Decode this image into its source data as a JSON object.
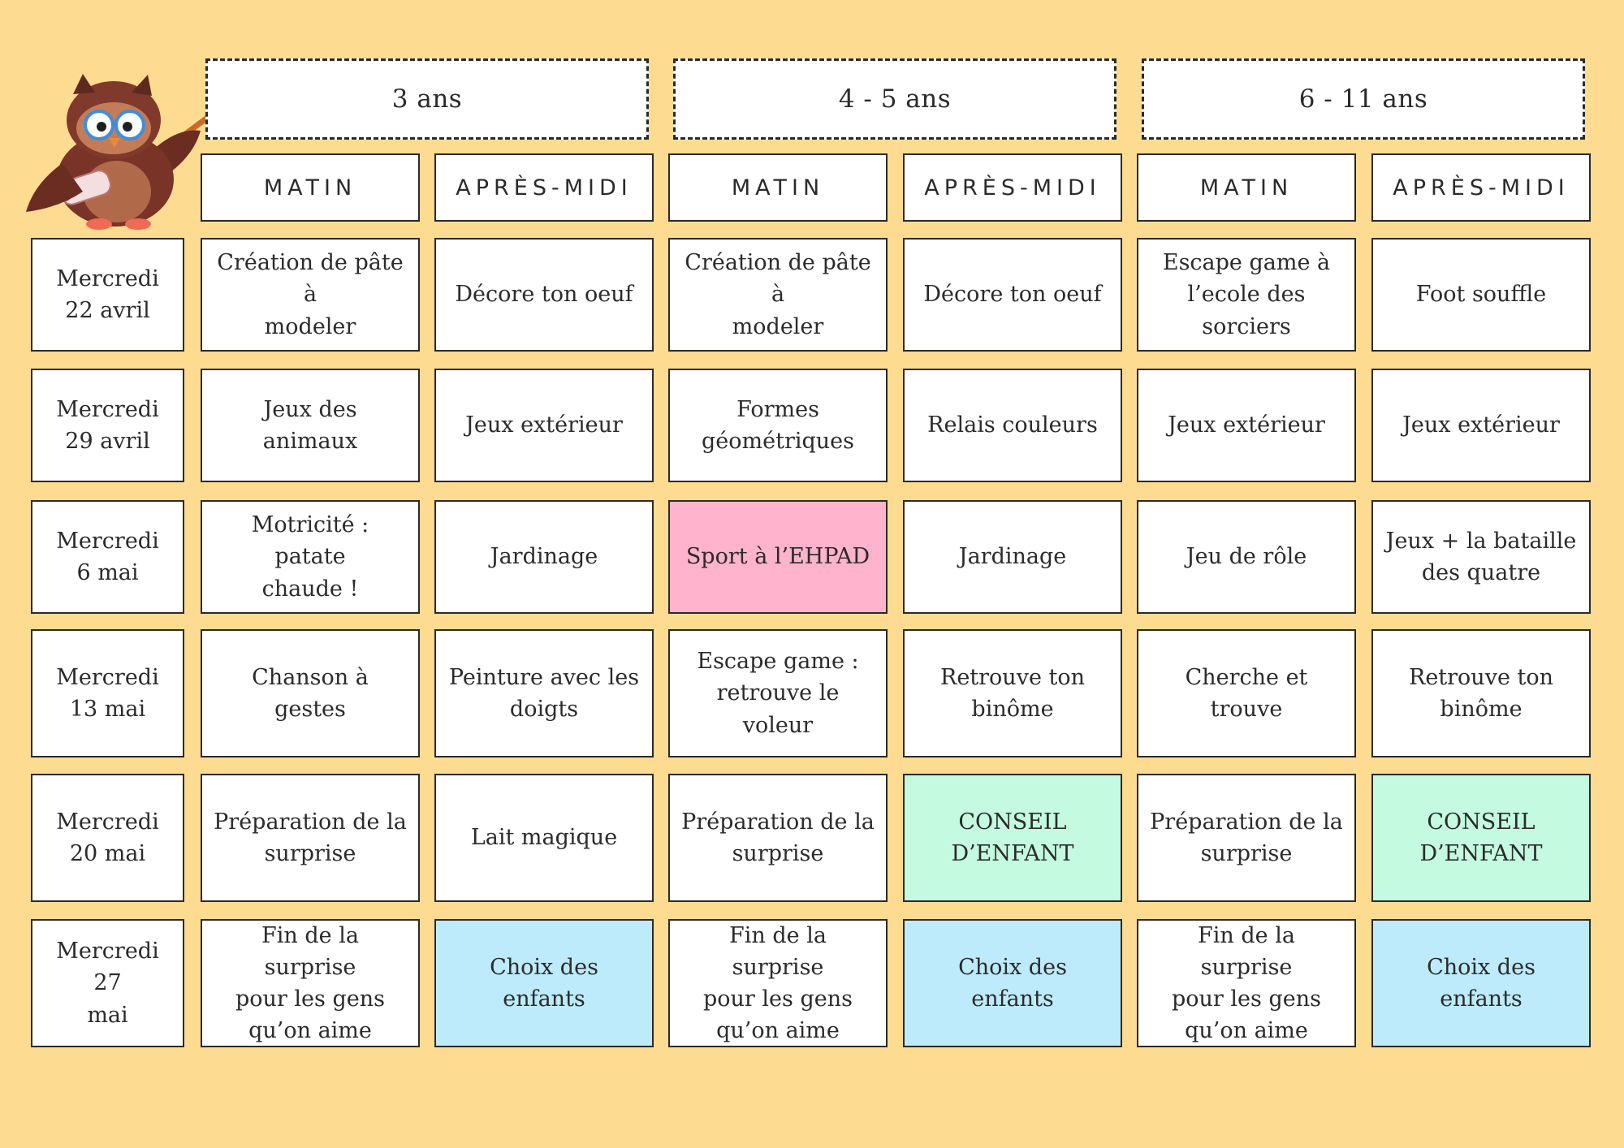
{
  "groups": [
    "3 ans",
    "4 - 5 ans",
    "6 - 11 ans"
  ],
  "periods": [
    "MATIN",
    "APRÈS-MIDI",
    "MATIN",
    "APRÈS-MIDI",
    "MATIN",
    "APRÈS-MIDI"
  ],
  "colors": {
    "background": "#fddb90",
    "highlight_pink": "#ffb3cc",
    "highlight_green": "#c4fbe0",
    "highlight_blue": "#bdebfb"
  },
  "mascot": "owl-teacher-with-pointer-and-scroll",
  "rows": [
    {
      "date": "Mercredi\n22 avril",
      "cells": [
        {
          "text": "Création de pâte à\nmodeler"
        },
        {
          "text": "Décore ton oeuf"
        },
        {
          "text": "Création de pâte à\nmodeler"
        },
        {
          "text": "Décore ton oeuf"
        },
        {
          "text": "Escape game à\nl’ecole des sorciers"
        },
        {
          "text": "Foot souffle"
        }
      ]
    },
    {
      "date": "Mercredi\n29 avril",
      "cells": [
        {
          "text": "Jeux des animaux"
        },
        {
          "text": "Jeux extérieur"
        },
        {
          "text": "Formes\ngéométriques"
        },
        {
          "text": "Relais couleurs"
        },
        {
          "text": "Jeux extérieur"
        },
        {
          "text": "Jeux extérieur"
        }
      ]
    },
    {
      "date": "Mercredi\n6 mai",
      "cells": [
        {
          "text": "Motricité : patate\nchaude !"
        },
        {
          "text": "Jardinage"
        },
        {
          "text": "Sport à l’EHPAD",
          "highlight": "pink"
        },
        {
          "text": "Jardinage"
        },
        {
          "text": "Jeu de rôle"
        },
        {
          "text": "Jeux + la bataille\ndes quatre"
        }
      ]
    },
    {
      "date": "Mercredi\n13 mai",
      "cells": [
        {
          "text": "Chanson à gestes"
        },
        {
          "text": "Peinture avec les\ndoigts"
        },
        {
          "text": "Escape game :\nretrouve le voleur"
        },
        {
          "text": "Retrouve ton\nbinôme"
        },
        {
          "text": "Cherche et trouve"
        },
        {
          "text": "Retrouve ton\nbinôme"
        }
      ]
    },
    {
      "date": "Mercredi\n20 mai",
      "cells": [
        {
          "text": "Préparation de la\nsurprise"
        },
        {
          "text": "Lait magique"
        },
        {
          "text": "Préparation de la\nsurprise"
        },
        {
          "text": "CONSEIL\nD’ENFANT",
          "highlight": "green"
        },
        {
          "text": "Préparation de la\nsurprise"
        },
        {
          "text": "CONSEIL\nD’ENFANT",
          "highlight": "green"
        }
      ]
    },
    {
      "date": "Mercredi 27\nmai",
      "cells": [
        {
          "text": "Fin de la surprise\npour les gens\nqu’on aime"
        },
        {
          "text": "Choix des enfants",
          "highlight": "blue"
        },
        {
          "text": "Fin de la surprise\npour les gens\nqu’on aime"
        },
        {
          "text": "Choix des enfants",
          "highlight": "blue"
        },
        {
          "text": "Fin de la surprise\npour les gens\nqu’on aime"
        },
        {
          "text": "Choix des enfants",
          "highlight": "blue"
        }
      ]
    }
  ]
}
